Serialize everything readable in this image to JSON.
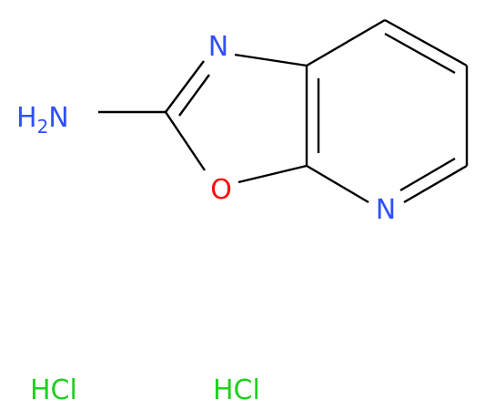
{
  "molecule": {
    "atoms": [
      {
        "id": "amine",
        "label": "H2N",
        "symbol": "H",
        "subscript": "2",
        "tail": "N",
        "color": "#3050f8"
      },
      {
        "id": "n3",
        "label": "N",
        "color": "#3050f8"
      },
      {
        "id": "o1",
        "label": "O",
        "color": "#ff0d0d"
      },
      {
        "id": "n4",
        "label": "N",
        "color": "#3050f8"
      }
    ],
    "salts": [
      {
        "id": "hcl1",
        "label": "HCl",
        "color": "#1fd01f"
      },
      {
        "id": "hcl2",
        "label": "HCl",
        "color": "#1fd01f"
      }
    ],
    "bond_color": "#000000"
  }
}
